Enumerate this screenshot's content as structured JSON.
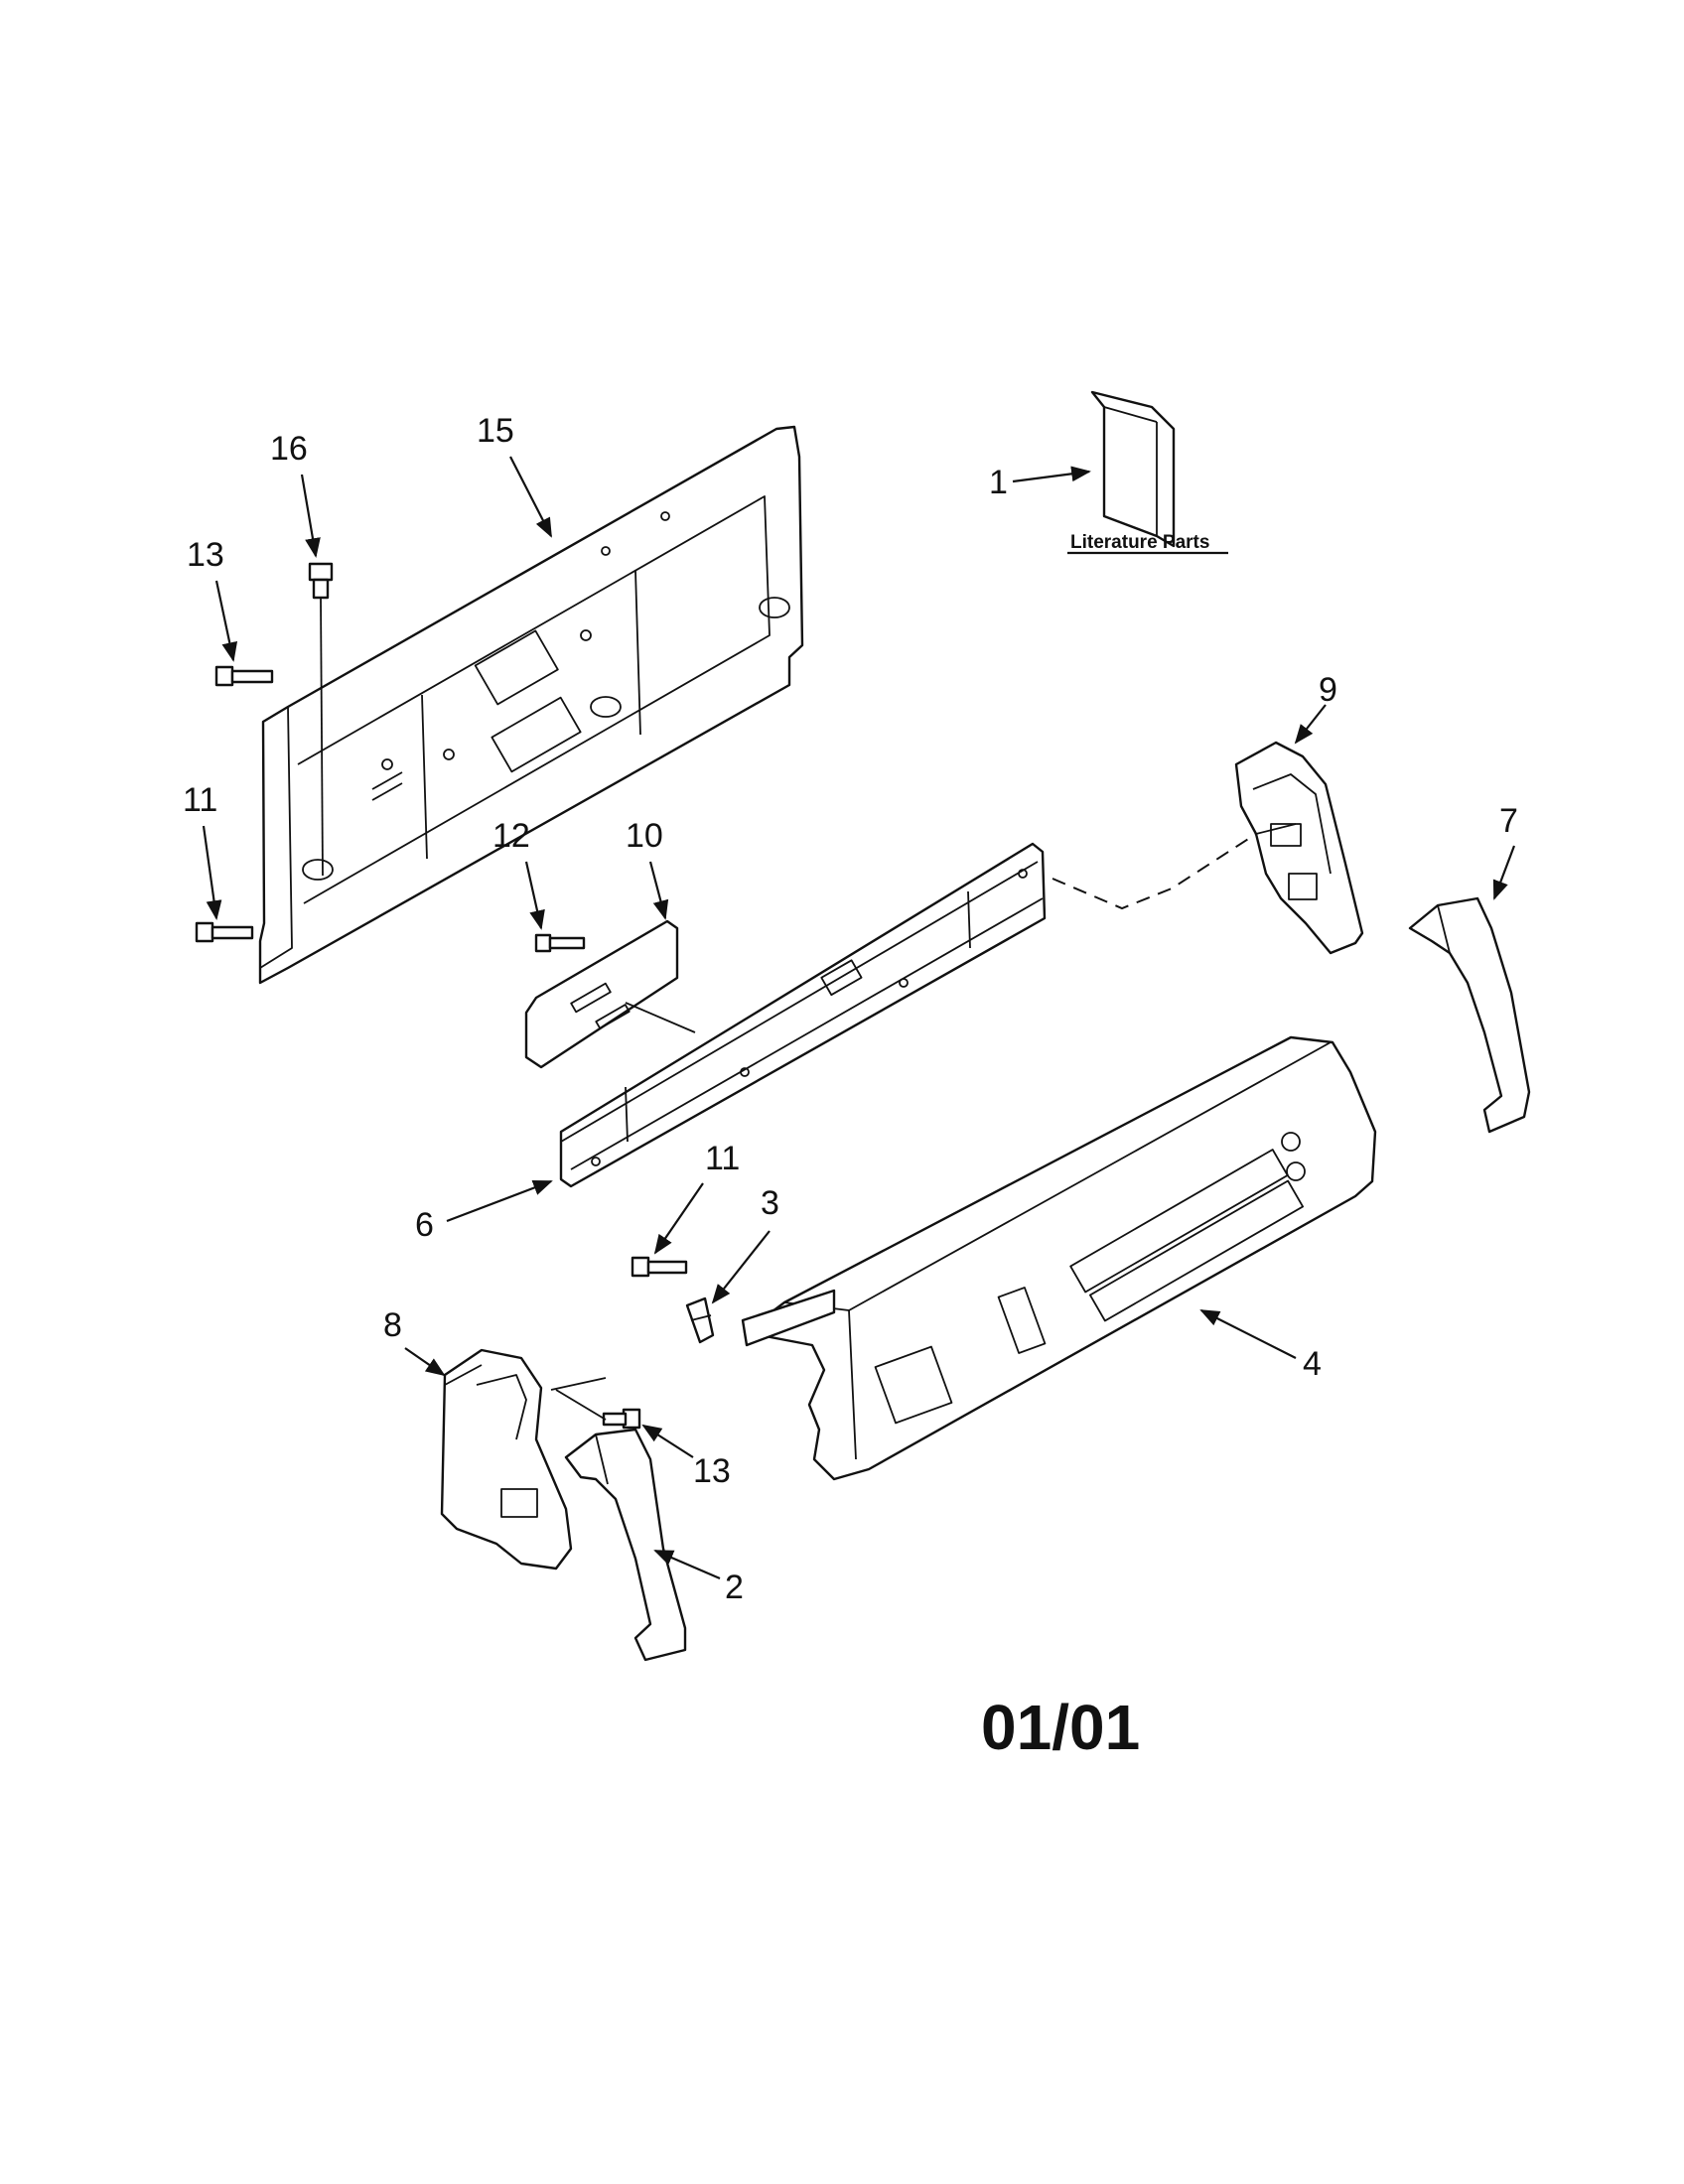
{
  "diagram": {
    "literature_label": "Literature Parts",
    "page_code": "01/01",
    "callouts": {
      "c1": "1",
      "c2": "2",
      "c3": "3",
      "c4": "4",
      "c6": "6",
      "c7": "7",
      "c8": "8",
      "c9": "9",
      "c10": "10",
      "c11a": "11",
      "c11b": "11",
      "c12": "12",
      "c13a": "13",
      "c13b": "13",
      "c15": "15",
      "c16": "16"
    }
  }
}
